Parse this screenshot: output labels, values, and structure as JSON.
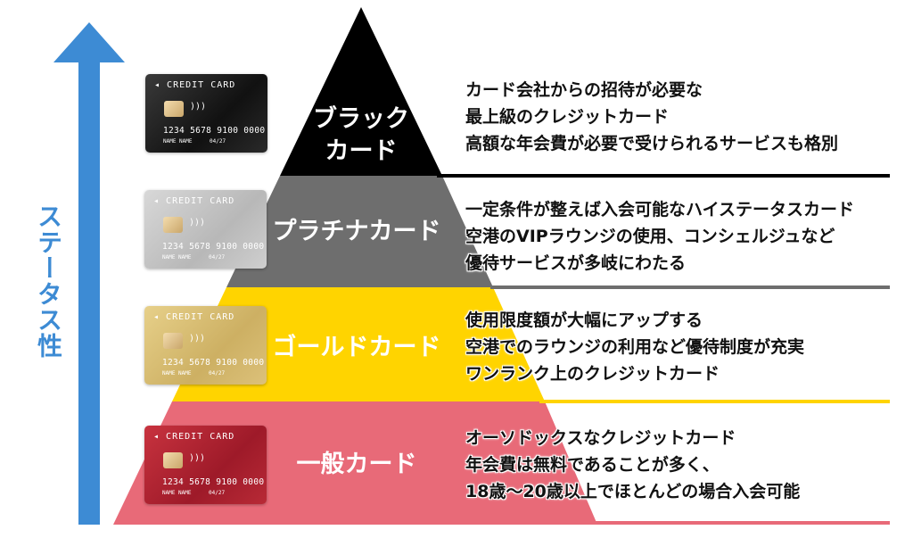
{
  "axis_label": "ステータス性",
  "colors": {
    "arrow": "#3d8bd4",
    "black": "#000000",
    "platinum": "#6e6e6e",
    "gold": "#ffd400",
    "general": "#e86a78"
  },
  "tiers": [
    {
      "name_lines": [
        "ブラック",
        "カード"
      ],
      "card": {
        "title": "CREDIT CARD",
        "number": "1234 5678 9100 0000",
        "holder": "NAME NAME",
        "expiry": "04/27"
      },
      "description": [
        "カード会社からの招待が必要な",
        "最上級のクレジットカード",
        "高額な年会費が必要で受けられるサービスも格別"
      ]
    },
    {
      "name_lines": [
        "プラチナカード"
      ],
      "card": {
        "title": "CREDIT CARD",
        "number": "1234 5678 9100 0000",
        "holder": "NAME NAME",
        "expiry": "04/27"
      },
      "description": [
        "一定条件が整えば入会可能なハイステータスカード",
        "空港のVIPラウンジの使用、コンシェルジュなど",
        "優待サービスが多岐にわたる"
      ]
    },
    {
      "name_lines": [
        "ゴールドカード"
      ],
      "card": {
        "title": "CREDIT CARD",
        "number": "1234 5678 9100 0000",
        "holder": "NAME NAME",
        "expiry": "04/27"
      },
      "description": [
        "使用限度額が大幅にアップする",
        "空港でのラウンジの利用など優待制度が充実",
        "ワンランク上のクレジットカード"
      ]
    },
    {
      "name_lines": [
        "一般カード"
      ],
      "card": {
        "title": "CREDIT CARD",
        "number": "1234 5678 9100 0000",
        "holder": "NAME NAME",
        "expiry": "04/27"
      },
      "description": [
        "オーソドックスなクレジットカード",
        "年会費は無料であることが多く、",
        "18歳～20歳以上でほとんどの場合入会可能"
      ]
    }
  ]
}
